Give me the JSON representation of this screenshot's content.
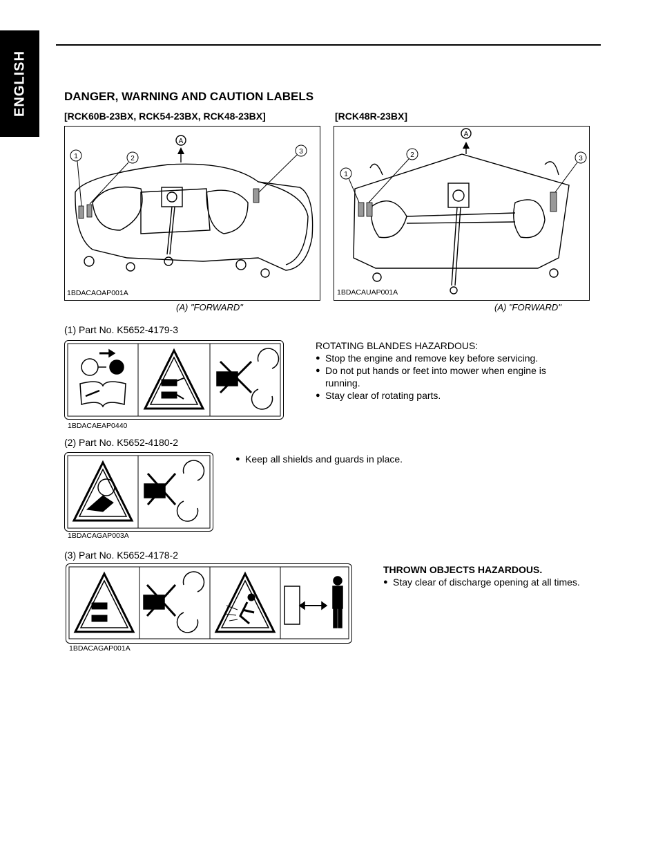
{
  "side_tab": "ENGLISH",
  "title": "DANGER, WARNING AND CAUTION LABELS",
  "figures": [
    {
      "subtitle": "[RCK60B-23BX, RCK54-23BX, RCK48-23BX]",
      "code": "1BDACAOAP001A",
      "caption": "(A) \"FORWARD\"",
      "callouts": [
        "1",
        "2",
        "3",
        "A"
      ]
    },
    {
      "subtitle": "[RCK48R-23BX]",
      "code": "1BDACAUAP001A",
      "caption": "(A) \"FORWARD\"",
      "callouts": [
        "1",
        "2",
        "3",
        "A"
      ]
    }
  ],
  "labels": [
    {
      "part": "(1) Part No. K5652-4179-3",
      "code": "1BDACAEAP0440",
      "heading": "ROTATING BLANDES HAZARDOUS:",
      "bullets": [
        "Stop the engine and remove key before servicing.",
        "Do not put hands or feet into mower when engine is running.",
        "Stay clear of rotating parts."
      ]
    },
    {
      "part": "(2) Part No. K5652-4180-2",
      "code": "1BDACAGAP003A",
      "heading": "",
      "bullets": [
        "Keep all shields and guards in place."
      ]
    },
    {
      "part": "(3) Part No. K5652-4178-2",
      "code": "1BDACAGAP001A",
      "heading": "THROWN OBJECTS HAZARDOUS.",
      "bullets": [
        "Stay clear of discharge opening at all times."
      ]
    }
  ]
}
